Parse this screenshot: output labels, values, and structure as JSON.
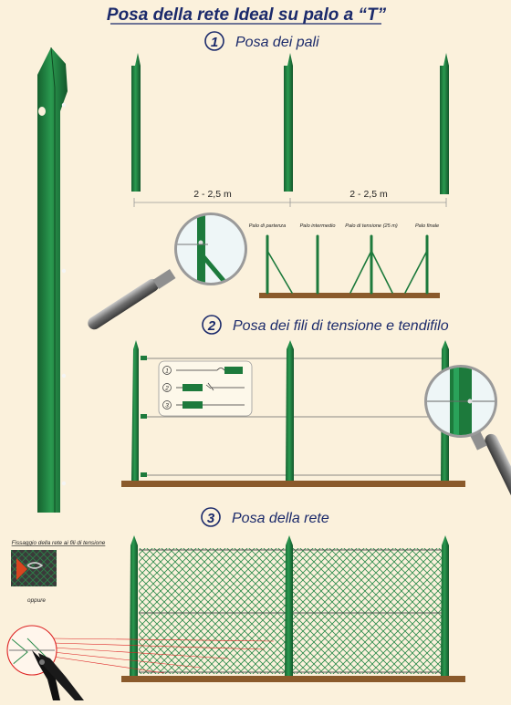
{
  "title": "Posa della rete Ideal su palo a “T”",
  "steps": [
    {
      "number": "1",
      "title": "Posa dei pali"
    },
    {
      "number": "2",
      "title": "Posa dei fili di tensione e tendifilo"
    },
    {
      "number": "3",
      "title": "Posa della rete"
    }
  ],
  "spacing_labels": [
    "2 - 2,5 m",
    "2 - 2,5 m"
  ],
  "pole_labels": [
    "Palo di partenza",
    "Palo intermedio",
    "Palo di tensione (25 m)",
    "Palo finale"
  ],
  "tensioner_steps": [
    "1",
    "2",
    "3"
  ],
  "fixing_caption": "Fissaggio della rete ai fili di tensione",
  "or_label": "oppure",
  "colors": {
    "post_green": "#1d7a3c",
    "ground_brown": "#8a5a2b",
    "title_blue": "#1b2a6b",
    "background": "#fbf1dc"
  },
  "icons": [
    "magnifier-icon",
    "pliers-icon"
  ]
}
